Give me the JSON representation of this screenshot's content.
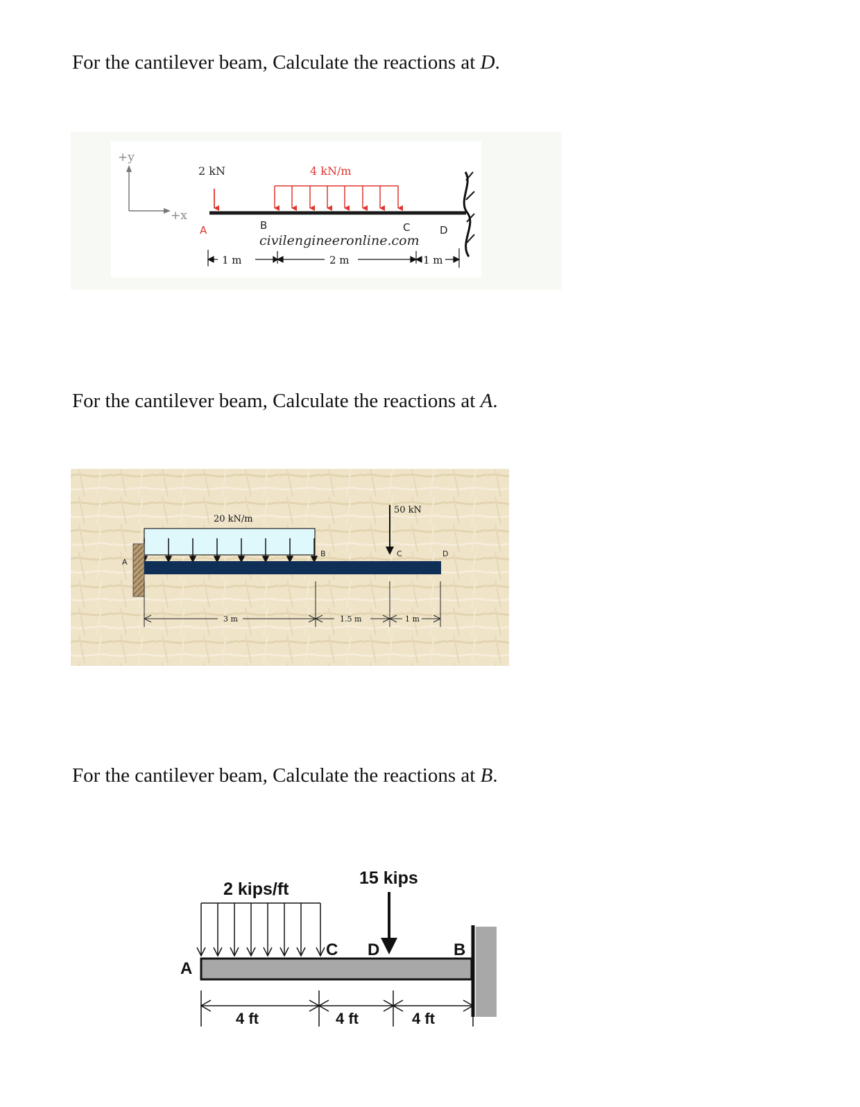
{
  "problems": [
    {
      "prefix": "For the cantilever beam, Calculate the reactions at ",
      "point": "D",
      "suffix": ".",
      "figure": {
        "axis_y": "+y",
        "axis_x": "+x",
        "load_point": "2 kN",
        "load_dist": "4 kN/m",
        "point_a": "A",
        "point_b": "B",
        "point_c": "C",
        "point_d": "D",
        "watermark": "civilengineeronline.com",
        "dim_1": "1 m",
        "dim_2": "2 m",
        "dim_3": "1 m"
      }
    },
    {
      "prefix": "For the cantilever beam, Calculate the reactions at ",
      "point": "A",
      "suffix": ".",
      "figure": {
        "load_dist": "20 kN/m",
        "load_point": "50 kN",
        "point_a": "A",
        "point_b": "B",
        "point_c": "C",
        "point_d": "D",
        "dim_1": "3 m",
        "dim_2": "1.5 m",
        "dim_3": "1 m"
      }
    },
    {
      "prefix": "For the cantilever beam, Calculate the reactions at ",
      "point": "B",
      "suffix": ".",
      "figure": {
        "load_dist": "2 kips/ft",
        "load_point": "15 kips",
        "point_a": "A",
        "point_b": "B",
        "point_c": "C",
        "point_d": "D",
        "dim_1": "4 ft",
        "dim_2": "4 ft",
        "dim_3": "4 ft"
      }
    }
  ],
  "colors": {
    "load_red": "#e0342c",
    "beam_black": "#1a1a1a",
    "beam_navy": "#0f2f57",
    "load_cyan": "#dff8fc",
    "beam_gray": "#a8a8a8",
    "parchment": "#efe4c8"
  }
}
